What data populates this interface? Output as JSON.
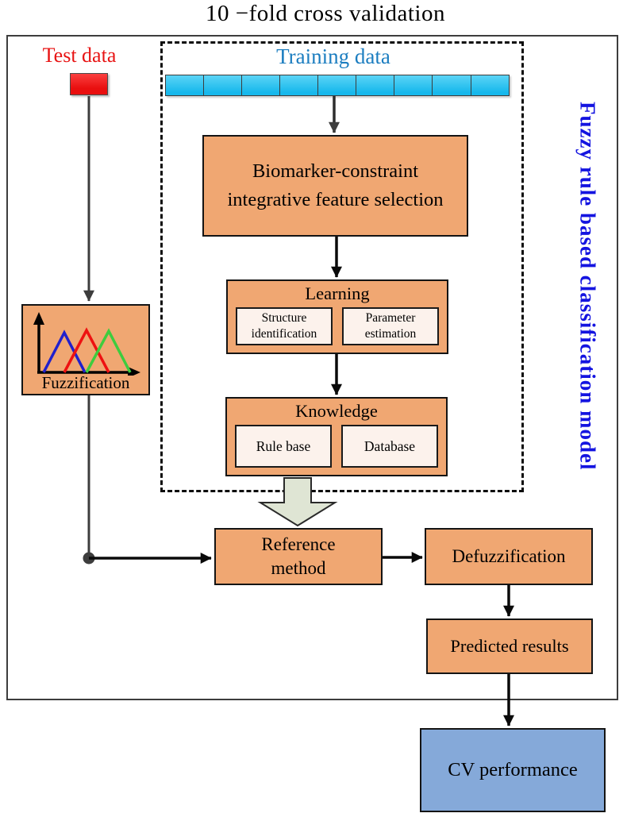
{
  "title": "10 −fold cross validation",
  "side_label": "Fuzzy rule based classification model",
  "test_data": {
    "label": "Test data",
    "color": "#e81414"
  },
  "training_data": {
    "label": "Training data",
    "color": "#1b7dc0",
    "segments": 9,
    "segment_color": "#2cc3f1"
  },
  "pipeline": {
    "feature_selection": {
      "label": "Biomarker-constraint integrative feature selection"
    },
    "learning": {
      "title": "Learning",
      "children": [
        {
          "label": "Structure identification"
        },
        {
          "label": "Parameter estimation"
        }
      ]
    },
    "knowledge": {
      "title": "Knowledge",
      "children": [
        {
          "label": "Rule base"
        },
        {
          "label": "Database"
        }
      ]
    }
  },
  "fuzzification": {
    "label": "Fuzzification",
    "curve_colors": [
      "#2020cc",
      "#ee1111",
      "#3ecc3e"
    ]
  },
  "flow": {
    "reference_method": {
      "label": "Reference method"
    },
    "defuzzification": {
      "label": "Defuzzification"
    },
    "predicted_results": {
      "label": "Predicted results"
    },
    "cv_performance": {
      "label": "CV performance"
    }
  },
  "colors": {
    "node_fill": "#f0a772",
    "subnode_fill": "#fcf2ec",
    "cv_fill": "#85a9d9",
    "hollow_arrow_fill": "#dfe5d4",
    "side_label_color": "#1414e0",
    "arrow_color": "#0a0a0a"
  }
}
